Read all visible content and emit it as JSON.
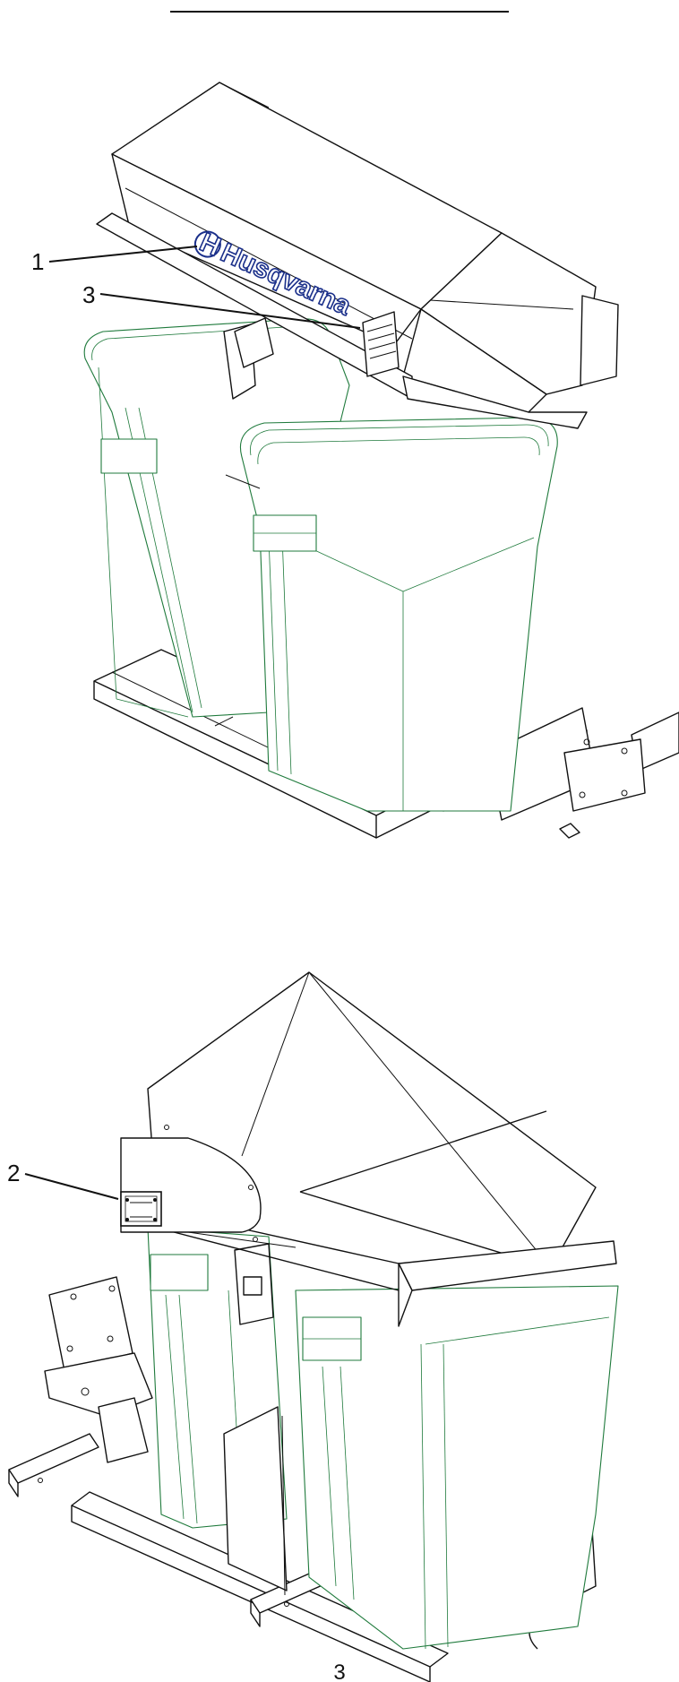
{
  "figure": {
    "brand_label": "Husqvarna",
    "callouts": [
      {
        "id": "1",
        "label": "1"
      },
      {
        "id": "2",
        "label": "2"
      },
      {
        "id": "3",
        "label": "3"
      }
    ],
    "page_number": "3"
  },
  "colors": {
    "line": "#111111",
    "bin_outline": "#1f7a3c",
    "logo_outline": "#1a2f8a",
    "background": "#ffffff"
  },
  "icons": [
    "husqvarna-logo-icon"
  ]
}
